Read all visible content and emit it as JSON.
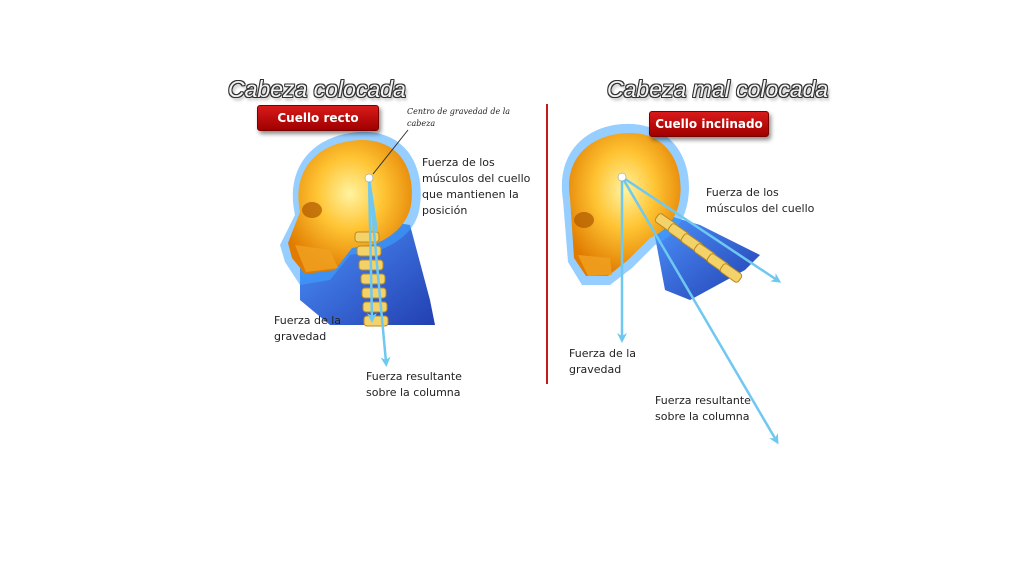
{
  "left_panel": {
    "title": "Cabeza colocada",
    "badge": "Cuello recto",
    "center_gravity_line1": "Centro de gravedad de la",
    "center_gravity_line2": "cabeza",
    "muscles_line1": "Fuerza de los",
    "muscles_line2": "músculos del cuello",
    "muscles_line3": "que mantienen la",
    "muscles_line4": "posición",
    "gravity_line1": "Fuerza de la",
    "gravity_line2": "gravedad",
    "resultant_line1": "Fuerza resultante",
    "resultant_line2": "sobre la columna"
  },
  "right_panel": {
    "title": "Cabeza mal colocada",
    "badge": "Cuello inclinado",
    "muscles_line1": "Fuerza de los",
    "muscles_line2": "músculos del cuello",
    "gravity_line1": "Fuerza de la",
    "gravity_line2": "gravedad",
    "resultant_line1": "Fuerza resultante",
    "resultant_line2": "sobre la columna"
  },
  "colors": {
    "arrow": "#6fc8f0",
    "badge": "#c00000",
    "divider": "#c31b1b",
    "skull": "#f5a623",
    "neck_glow": "#1e4fd0"
  }
}
